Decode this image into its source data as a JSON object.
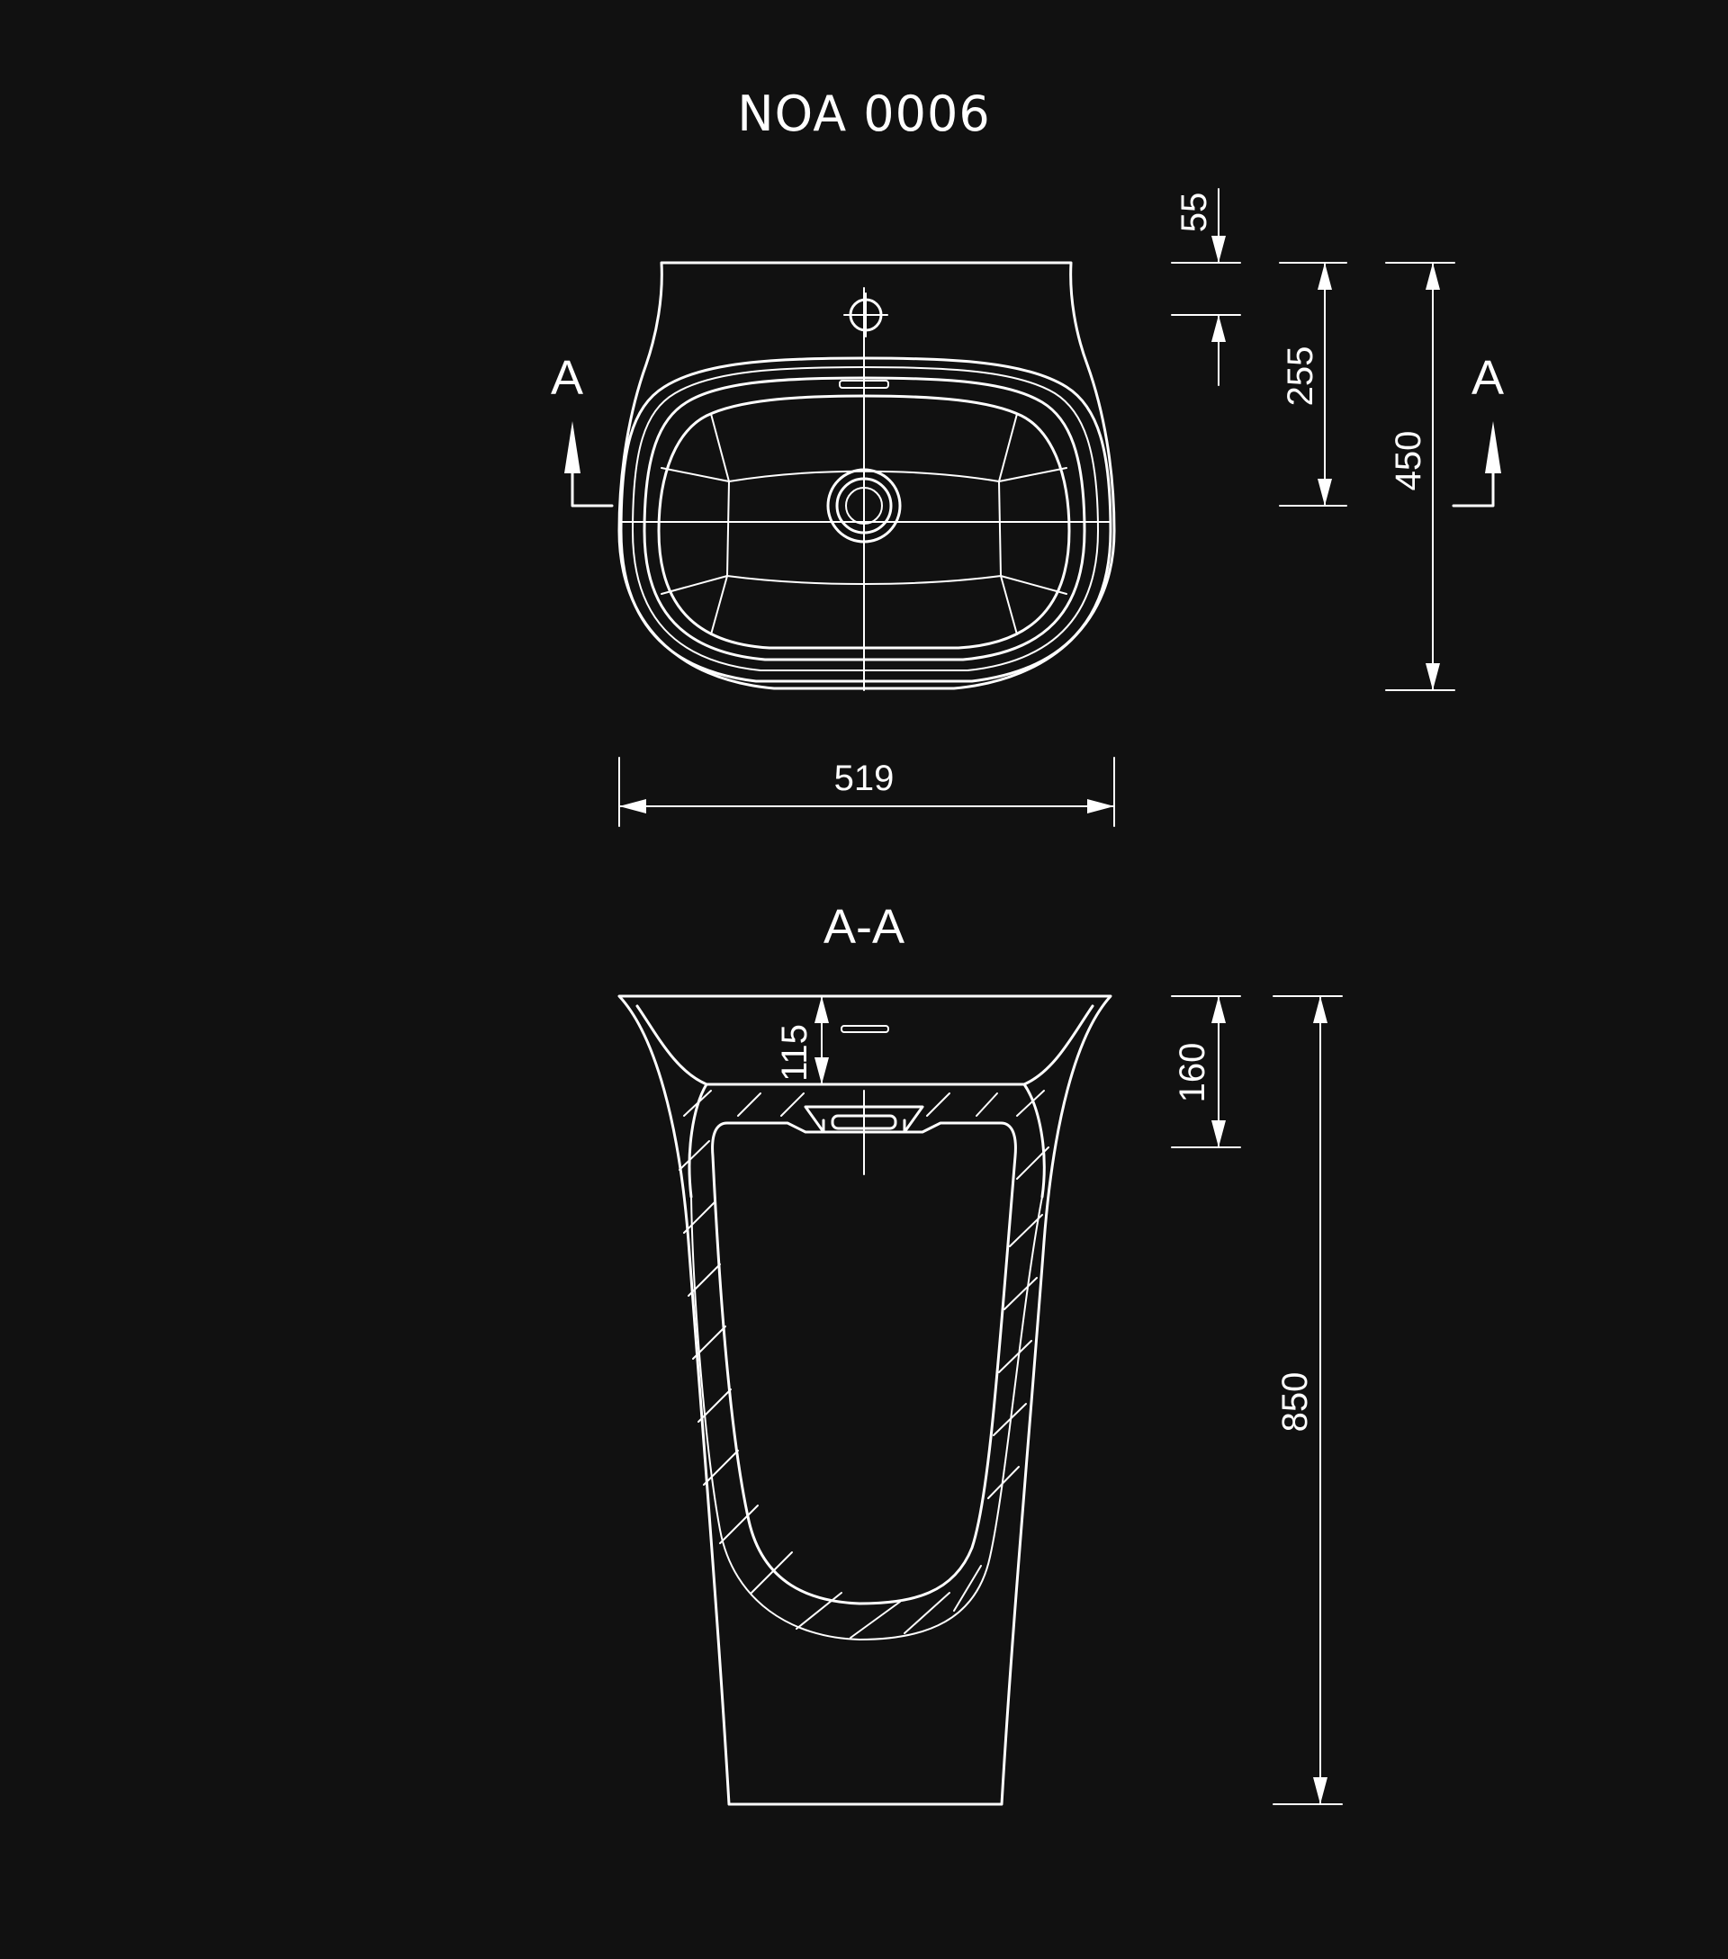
{
  "title": "NOA 0006",
  "section_marker": "A",
  "section_title": "A-A",
  "dimensions": {
    "top_offset": "55",
    "tap_to_center": "255",
    "depth": "450",
    "width": "519",
    "bowl_depth_inner": "115",
    "bowl_depth": "160",
    "height": "850"
  },
  "colors": {
    "background": "#111111",
    "line": "#ffffff"
  }
}
